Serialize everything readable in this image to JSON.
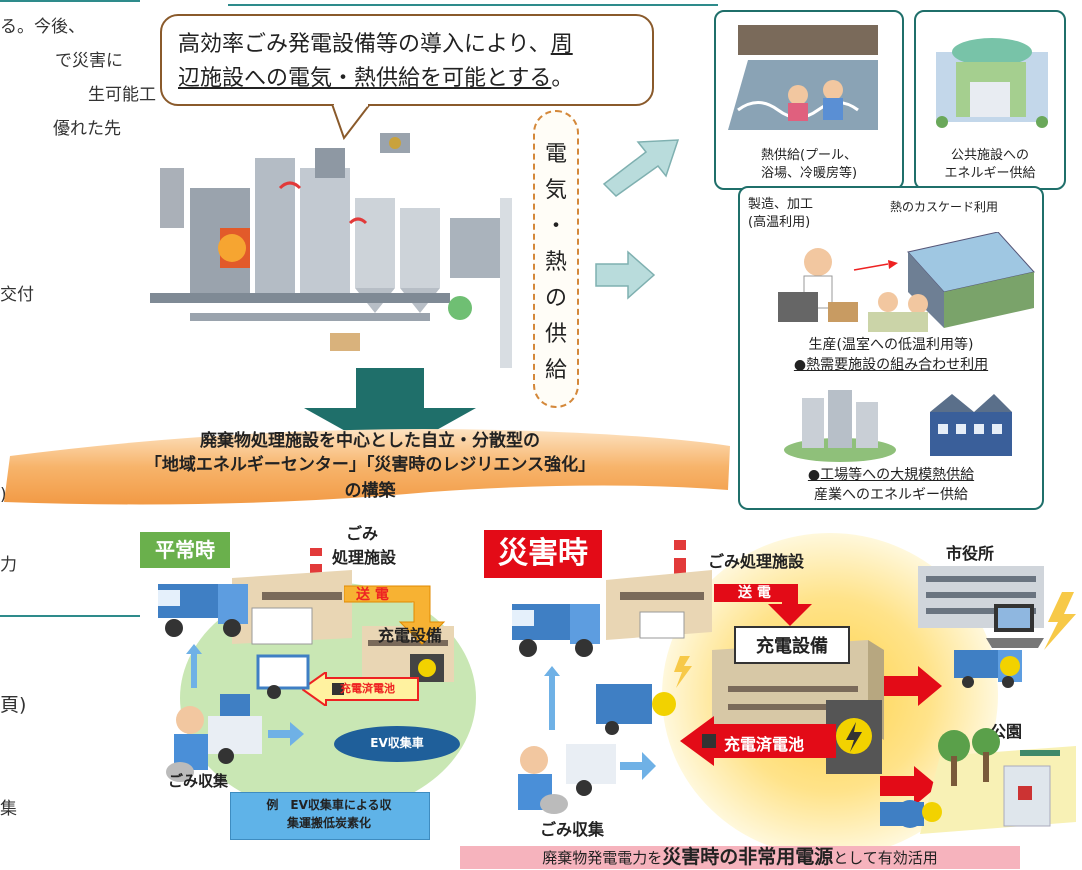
{
  "cutoff_left": {
    "top": [
      "る。今後、",
      "で災害に",
      "生可能工",
      "優れた先"
    ],
    "kofu": "交付",
    "paren1": ")",
    "char1": "力",
    "paren2": "頁)",
    "char2": "集"
  },
  "bubble": {
    "line1": "高効率ごみ発電設備等の導入により、",
    "line1_u": "周",
    "line2_u": "辺施設への電気・熱供給を可能とする",
    "line2_end": "。"
  },
  "vertical_label": [
    "電",
    "気",
    "・",
    "熱",
    "の",
    "供",
    "給"
  ],
  "heat_supply": {
    "pool": "熱供給(プール、浴場、冷暖房等)",
    "pool_l1": "熱供給(プール、",
    "pool_l2": "浴場、冷暖房等)",
    "public_l1": "公共施設への",
    "public_l2": "エネルギー供給"
  },
  "industry_box": {
    "mfg_l1": "製造、加工",
    "mfg_l2": "(高温利用)",
    "cascade": "熱のカスケード利用",
    "production": "生産(温室への低温利用等)",
    "combo": "●熱需要施設の組み合わせ利用",
    "factory": "●工場等への大規模熱供給",
    "industry": "産業へのエネルギー供給"
  },
  "banner": {
    "line1": "廃棄物処理施設を中心とした自立・分散型の",
    "line2": "「地域エネルギーセンター」「災害時のレジリエンス強化」",
    "line3": "の構築"
  },
  "normal": {
    "title": "平常時",
    "plant": "ごみ処理施設",
    "plant_l1": "ごみ",
    "plant_l2": "処理施設",
    "power": "送 電",
    "charger": "充電設備",
    "battery": "充電済電池",
    "ev": "EV収集車",
    "collect": "ごみ収集",
    "example_l1": "例　EV収集車による収",
    "example_l2": "集運搬低炭素化"
  },
  "disaster": {
    "title": "災害時",
    "plant": "ごみ処理施設",
    "power": "送 電",
    "charger": "充電設備",
    "battery": "充電済電池",
    "city_hall": "市役所",
    "park": "公園",
    "collect": "ごみ収集",
    "footer_pre": "廃棄物発電電力を",
    "footer_bold": "災害時の非常用電源",
    "footer_post": "として有効活用"
  }
}
